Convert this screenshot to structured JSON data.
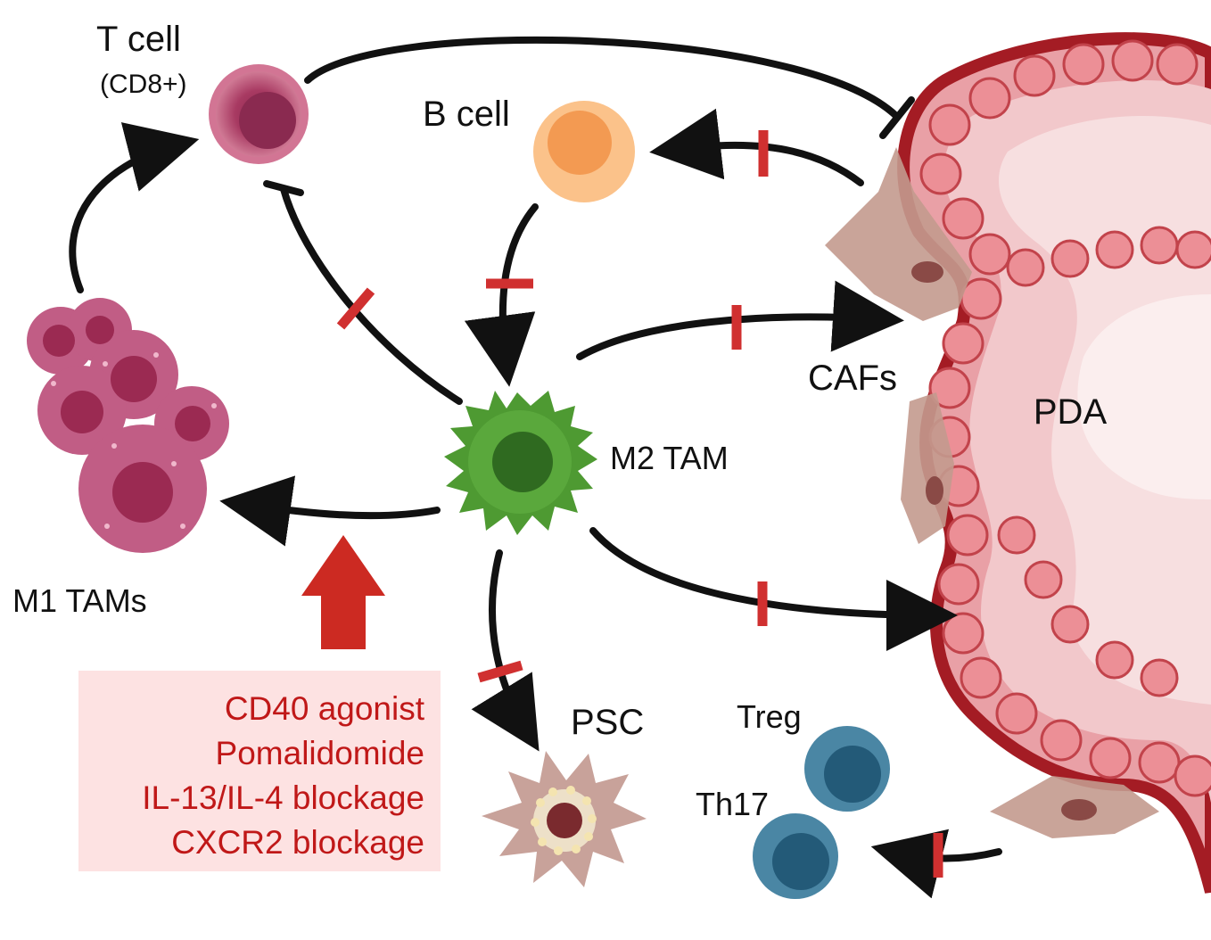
{
  "labels": {
    "t_cell": "T cell",
    "t_cell_sub": "(CD8+)",
    "b_cell": "B cell",
    "cafs": "CAFs",
    "pda": "PDA",
    "m2_tam": "M2 TAM",
    "m1_tams": "M1 TAMs",
    "psc": "PSC",
    "treg": "Treg",
    "th17": "Th17"
  },
  "treatments": [
    "CD40 agonist",
    "Pomalidomide",
    "IL-13/IL-4 blockage",
    "CXCR2 blockage"
  ],
  "colors": {
    "arrow": "#111111",
    "block_bar": "#d03030",
    "big_arrow": "#cc2a22",
    "treatment_text": "#c01818",
    "treatment_bg": "#fde2e2",
    "t_cell": "#c4607e",
    "b_cell": "#f5a860",
    "m2_tam": "#4e9a32",
    "m1_tams": "#b54a70",
    "psc": "#b98d85",
    "treg_th17": "#3f7a9a",
    "tumor_border": "#a41c24",
    "tumor_cells": "#e88a90",
    "caf_stroma": "#bf968a"
  }
}
